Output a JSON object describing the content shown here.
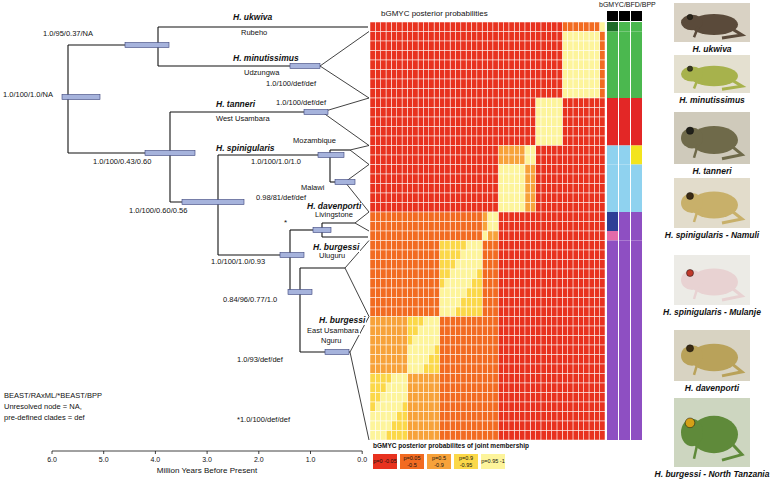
{
  "diagram": {
    "labels": [
      "bGMYC posterior probabilities",
      "bGMYC/BFD/BPP",
      "H. ukwiva",
      "Rubeho",
      "1.0/95/0.37/NA",
      "H. minutissimus",
      "Udzungwa",
      "1.0/100/def/def",
      "1.0/100/1.0/NA",
      "1.0/100/def/def",
      "H. tanneri",
      "West Usambara",
      "Mozambique",
      "H. spinigularis",
      "1.0/100/0.43/0.60",
      "1.0/100/1.0/1.0",
      "Malawi",
      "0.98/81/def/def",
      "H. davenporti",
      "1.0/100/0.60/0.56",
      "Livingstone",
      "*",
      "H. burgessi",
      "Uluguru",
      "1.0/100/1.0/0.93",
      "0.84/96/0.77/1.0",
      "H. burgessi",
      "East Usambara",
      "Nguru",
      "1.0/93/def/def",
      "BEAST/RAxML/*BEAST/BPP",
      "Unresolved node = NA,",
      "pre-defined clades = def",
      "*1.0/100/def/def",
      "6.0",
      "5.0",
      "4.0",
      "3.0",
      "2.0",
      "1.0",
      "0.0",
      "Million Years Before Present",
      "bGMYC posterior probabilites of joint membership",
      "H. ukwiva",
      "H. minutissimus",
      "H. tanneri",
      "H. spinigularis - Namuli",
      "H. spinigularis - Mulanje",
      "H. davenporti",
      "H. burgessi - North Tanzania"
    ],
    "legend": [
      {
        "text": "p=0 -0.05",
        "color": "#e8321f"
      },
      {
        "text": "p=0.05 -0.5",
        "color": "#f26b21"
      },
      {
        "text": "p=0.5 -0.9",
        "color": "#f7a23a"
      },
      {
        "text": "p=0.9 -0.95",
        "color": "#fbd849"
      },
      {
        "text": "p=0.95 -1",
        "color": "#fdf49b"
      }
    ]
  }
}
